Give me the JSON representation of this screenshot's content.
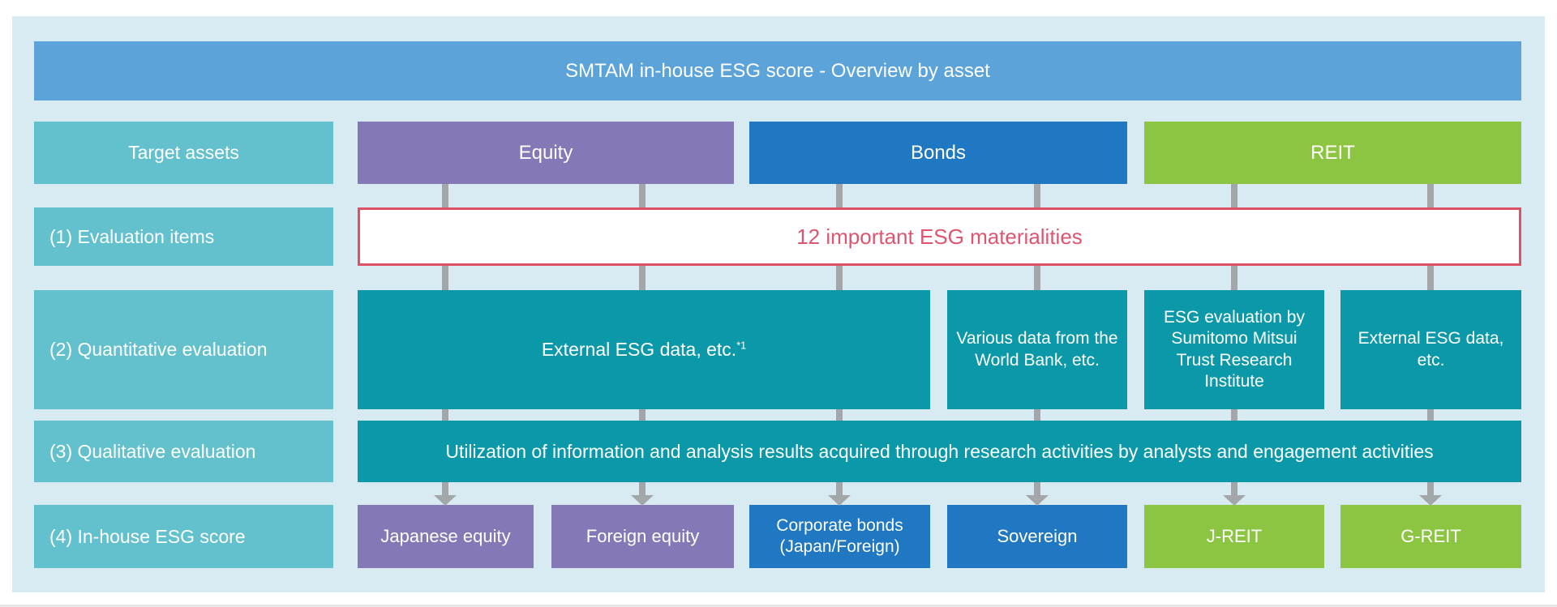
{
  "header": {
    "title": "SMTAM in-house ESG score - Overview by asset"
  },
  "left_column": {
    "target_assets": "Target assets",
    "row1": "(1) Evaluation items",
    "row2": "(2) Quantitative evaluation",
    "row3": "(3) Qualitative evaluation",
    "row4": "(4) In-house ESG score"
  },
  "assets": [
    {
      "label": "Equity",
      "color": "#8478b6"
    },
    {
      "label": "Bonds",
      "color": "#1f78c1"
    },
    {
      "label": "REIT",
      "color": "#8cc541"
    }
  ],
  "evaluation_items": {
    "materialities_label": "12 important ESG materialities",
    "border_color": "#e05166",
    "text_color": "#dd5570"
  },
  "quantitative": {
    "boxes": [
      {
        "label": "External ESG data, etc.",
        "superscript": "*1"
      },
      {
        "label": "Various data from the World Bank, etc."
      },
      {
        "label": "ESG evaluation by Sumitomo Mitsui Trust Research Institute"
      },
      {
        "label": "External ESG data, etc."
      }
    ],
    "color": "#0b99a9"
  },
  "qualitative": {
    "label": "Utilization of information and analysis results acquired through research activities by analysts and engagement activities"
  },
  "scores": [
    {
      "label": "Japanese equity",
      "asset": "Equity"
    },
    {
      "label": "Foreign equity",
      "asset": "Equity"
    },
    {
      "label": "Corporate bonds (Japan/Foreign)",
      "asset": "Bonds"
    },
    {
      "label": "Sovereign",
      "asset": "Bonds"
    },
    {
      "label": "J-REIT",
      "asset": "REIT"
    },
    {
      "label": "G-REIT",
      "asset": "REIT"
    }
  ],
  "colors": {
    "panel_background": "#d9ebf2",
    "header_blue": "#5ba3d9",
    "label_teal": "#63c1cd",
    "dark_teal": "#0b99a9",
    "connector_gray": "#a4a7aa"
  }
}
